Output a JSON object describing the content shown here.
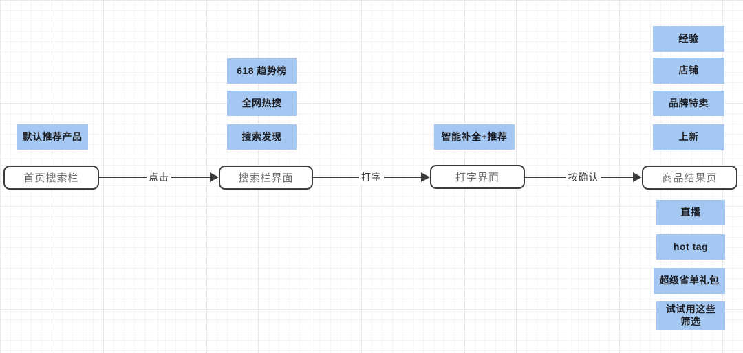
{
  "flow": {
    "nodes": [
      {
        "label": "首页搜索栏"
      },
      {
        "label": "搜索栏界面"
      },
      {
        "label": "打字界面"
      },
      {
        "label": "商品结果页"
      }
    ],
    "edges": [
      {
        "label": "点击"
      },
      {
        "label": "打字"
      },
      {
        "label": "按确认"
      }
    ]
  },
  "annotations": {
    "home": "默认推荐产品",
    "search": [
      "618 趋势榜",
      "全网热搜",
      "搜索发现"
    ],
    "typing": "智能补全+推荐",
    "results_top": [
      "经验",
      "店铺",
      "品牌特卖",
      "上新"
    ],
    "results_bottom": [
      "直播",
      "hot tag",
      "超级省单礼包"
    ],
    "results_bottom_last_lines": [
      "试试用这些",
      "筛选"
    ]
  },
  "colors": {
    "annotation_fill": "#a5c8f2",
    "annotation_text": "#1d1d22",
    "node_fill": "#ffffff",
    "node_border": "#3b3b3b",
    "node_text": "#6b6b6b",
    "arrow": "#3b3b3b",
    "arrow_label_text": "#3d3d3d",
    "grid_minor": "#f4f4f6",
    "grid_major": "#e9e9ec"
  }
}
